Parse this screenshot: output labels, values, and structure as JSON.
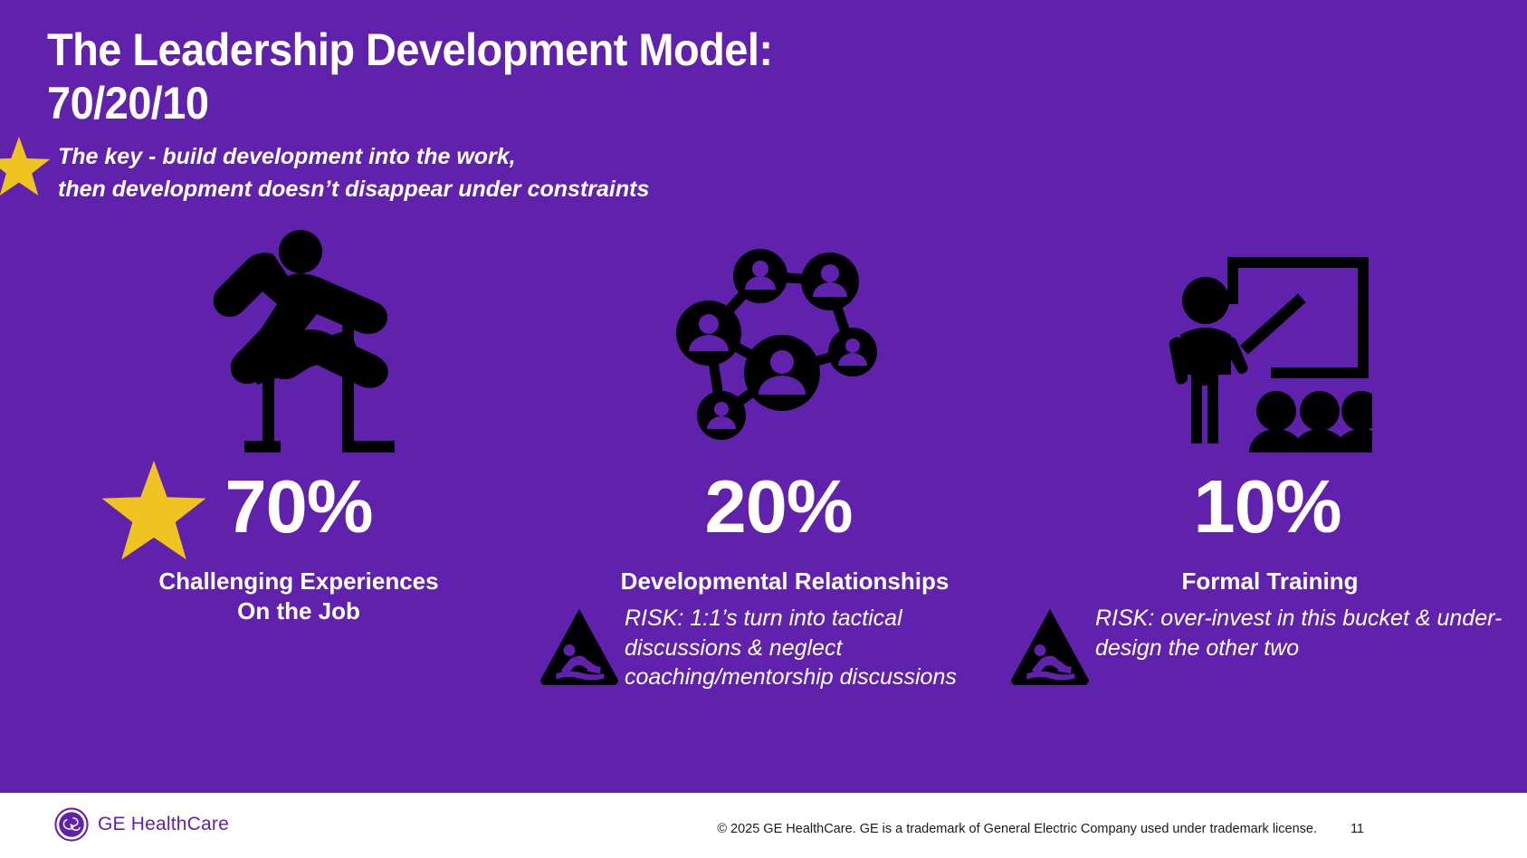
{
  "slide": {
    "background_color": "#6022AC",
    "accent_color": "#EFC420",
    "text_color": "#FFFFFF",
    "title": "The Leadership Development Model:\n70/20/10",
    "subtitle": "The key - build development into the work,\n then development doesn’t disappear under constraints"
  },
  "columns": [
    {
      "icon": "hurdler-icon",
      "percent": "70%",
      "caption": "Challenging Experiences\nOn the Job",
      "risk": "",
      "has_star": true,
      "has_risk": false
    },
    {
      "icon": "people-network-icon",
      "percent": "20%",
      "caption": "Developmental Relationships",
      "risk": "RISK: 1:1’s turn into tactical discussions & neglect coaching/mentorship discussions",
      "has_star": false,
      "has_risk": true
    },
    {
      "icon": "classroom-training-icon",
      "percent": "10%",
      "caption": "Formal Training",
      "risk": "RISK: over-invest in this bucket & under-design the other two",
      "has_star": false,
      "has_risk": true
    }
  ],
  "footer": {
    "brand": "GE HealthCare",
    "copyright": "© 2025 GE HealthCare. GE is a trademark of General Electric Company used under trademark license.",
    "page_number": "11",
    "brand_color": "#6022AC"
  }
}
